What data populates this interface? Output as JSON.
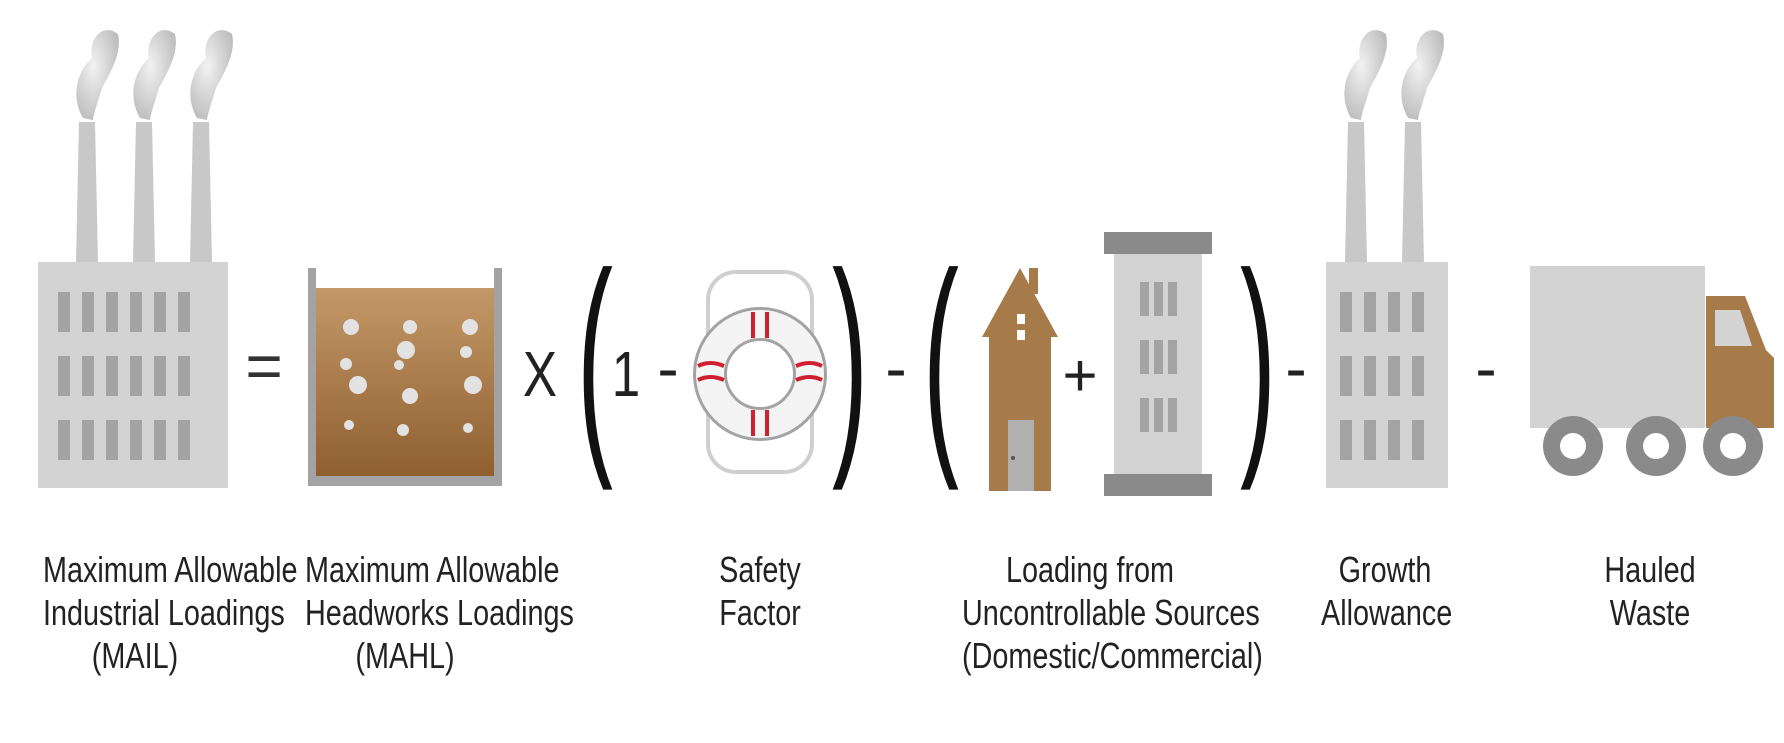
{
  "equation": {
    "equals": "=",
    "times": "X",
    "open_paren": "(",
    "close_paren": ")",
    "one": "1",
    "minus": "-",
    "plus": "+"
  },
  "labels": {
    "mail": {
      "line1": "Maximum Allowable",
      "line2": "Industrial Loadings",
      "line3": "(MAIL)"
    },
    "mahl": {
      "line1": "Maximum Allowable",
      "line2": "Headworks Loadings",
      "line3": "(MAHL)"
    },
    "safety": {
      "line1": "Safety",
      "line2": "Factor"
    },
    "uncontrollable": {
      "line1": "Loading from",
      "line2": "Uncontrollable Sources",
      "line3": "(Domestic/Commercial)"
    },
    "growth": {
      "line1": "Growth",
      "line2": "Allowance"
    },
    "hauled": {
      "line1": "Hauled",
      "line2": "Waste"
    }
  },
  "icons": [
    "factory-icon",
    "tank-icon",
    "life-ring-icon",
    "house-icon",
    "office-building-icon",
    "factory-icon",
    "truck-icon"
  ],
  "colors": {
    "gray_light": "#d3d3d3",
    "gray_mid": "#a3a3a3",
    "gray_dark": "#8a8a8a",
    "brown": "#a77a4a",
    "red": "#d02030",
    "text": "#222222"
  }
}
